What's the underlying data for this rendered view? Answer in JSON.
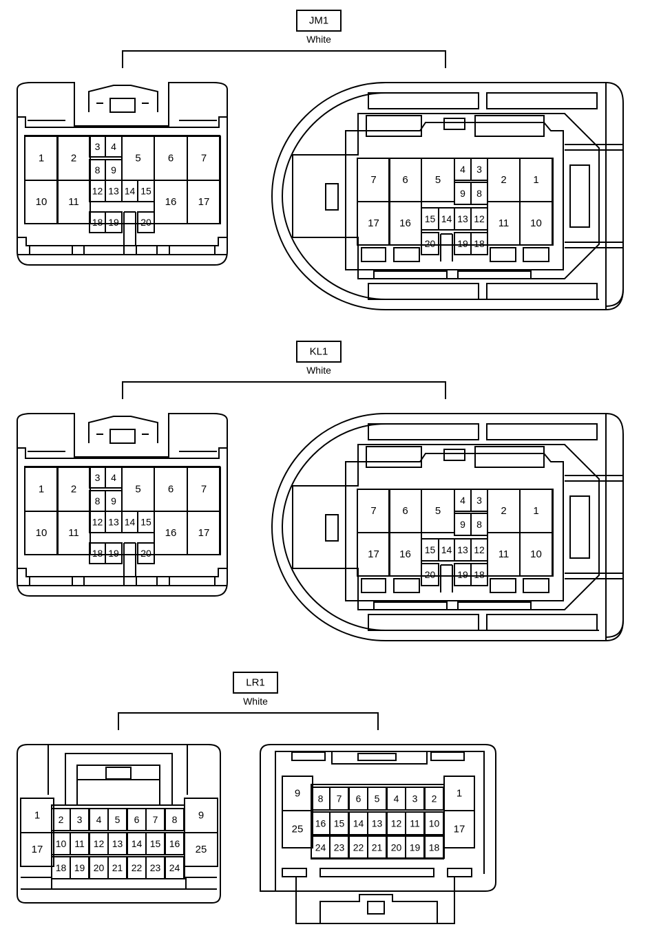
{
  "connectors": [
    {
      "code": "JM1",
      "color": "White",
      "pins": [
        "1",
        "2",
        "3",
        "4",
        "5",
        "6",
        "7",
        "8",
        "9",
        "10",
        "11",
        "12",
        "13",
        "14",
        "15",
        "16",
        "17",
        "18",
        "19",
        "20"
      ]
    },
    {
      "code": "KL1",
      "color": "White",
      "pins": [
        "1",
        "2",
        "3",
        "4",
        "5",
        "6",
        "7",
        "8",
        "9",
        "10",
        "11",
        "12",
        "13",
        "14",
        "15",
        "16",
        "17",
        "18",
        "19",
        "20"
      ]
    },
    {
      "code": "LR1",
      "color": "White",
      "pins": [
        "1",
        "2",
        "3",
        "4",
        "5",
        "6",
        "7",
        "8",
        "9",
        "10",
        "11",
        "12",
        "13",
        "14",
        "15",
        "16",
        "17",
        "18",
        "19",
        "20",
        "21",
        "22",
        "23",
        "24",
        "25"
      ]
    }
  ]
}
